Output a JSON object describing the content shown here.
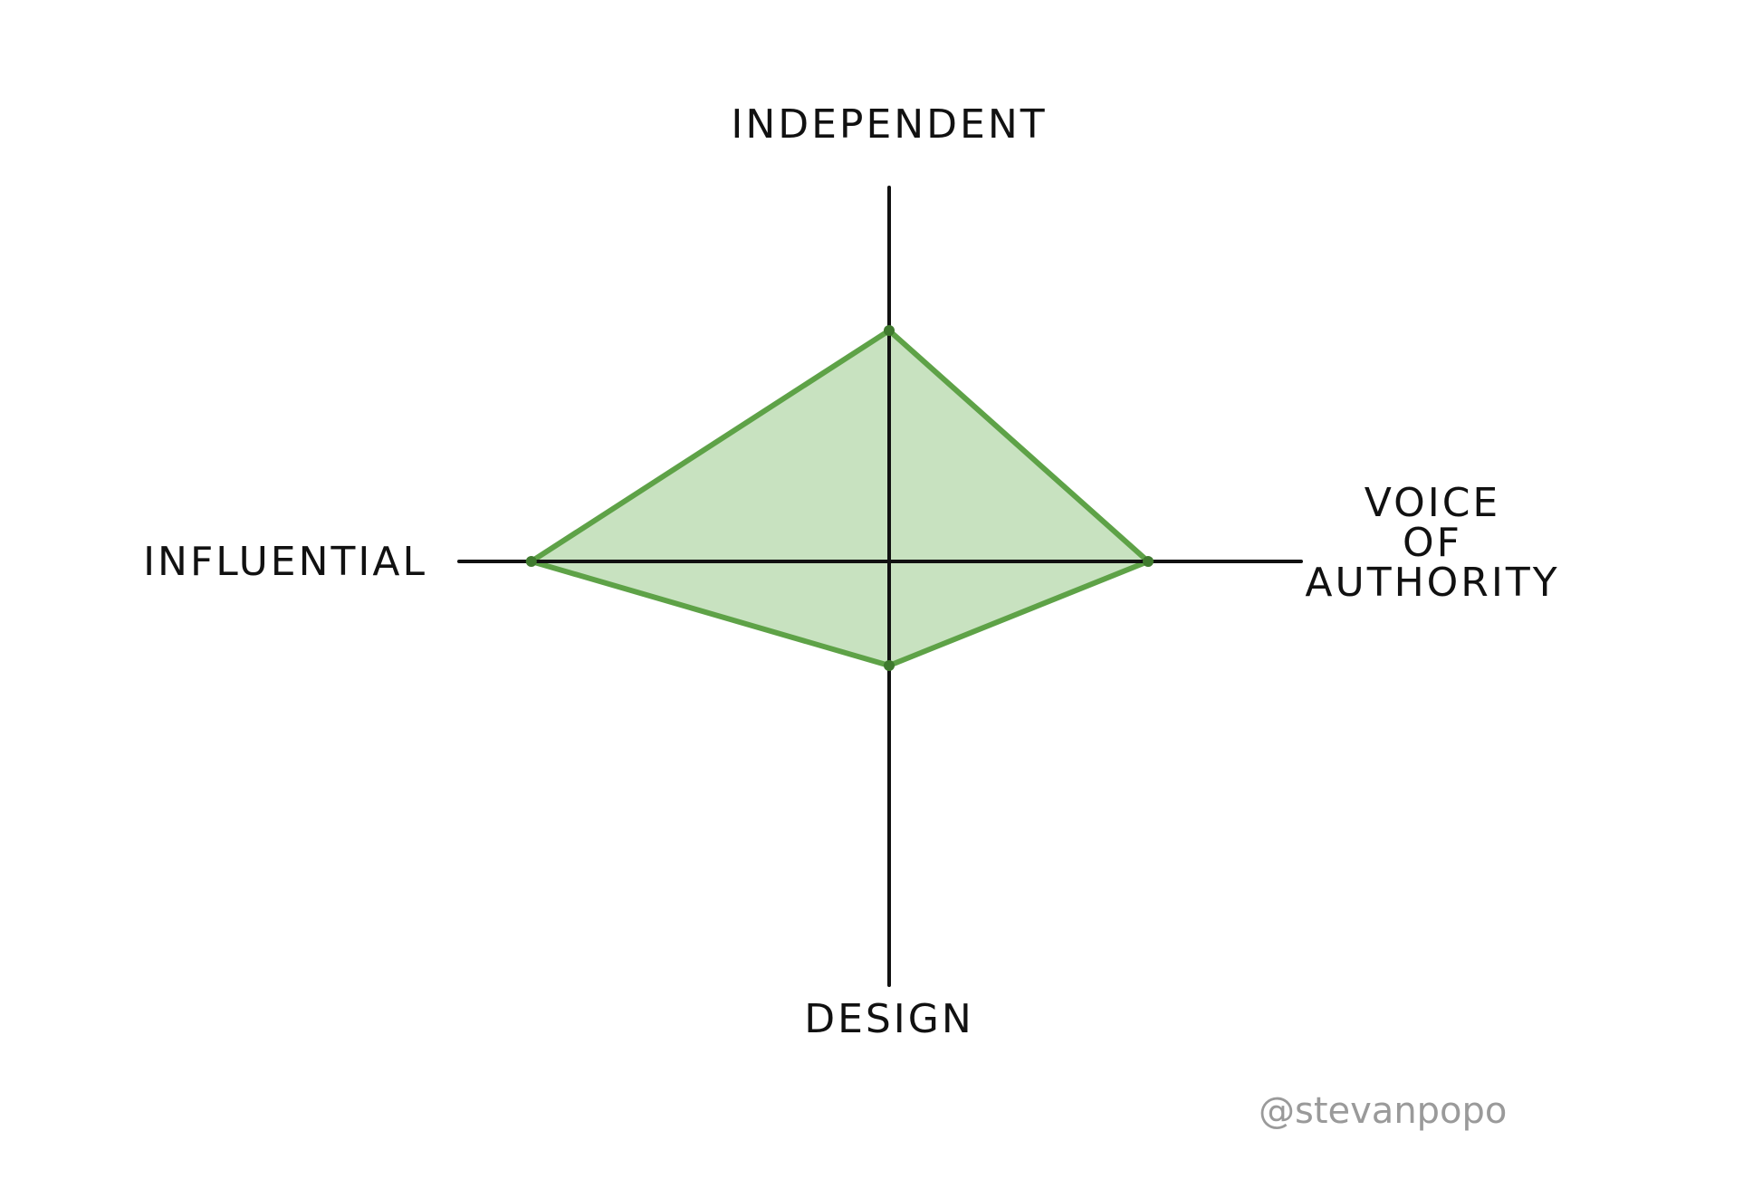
{
  "chart_data": {
    "type": "radar",
    "axes": [
      {
        "name": "INDEPENDENT",
        "lines": [
          "INDEPENDENT"
        ],
        "direction": "top",
        "value": 0.5
      },
      {
        "name": "VOICE OF AUTHORITY",
        "lines": [
          "VOICE",
          "OF",
          "AUTHORITY"
        ],
        "direction": "right",
        "value": 0.55
      },
      {
        "name": "DESIGN",
        "lines": [
          "DESIGN"
        ],
        "direction": "bottom",
        "value": 0.25
      },
      {
        "name": "INFLUENTIAL",
        "lines": [
          "INFLUENTIAL"
        ],
        "direction": "left",
        "value": 0.85
      }
    ],
    "range": [
      0,
      1
    ],
    "grid": false,
    "colors": {
      "fill": "#c8e2c0",
      "stroke": "#5ea247",
      "vertex": "#3f7a2e",
      "axis": "#111111"
    }
  },
  "credit": "@stevanpopo"
}
